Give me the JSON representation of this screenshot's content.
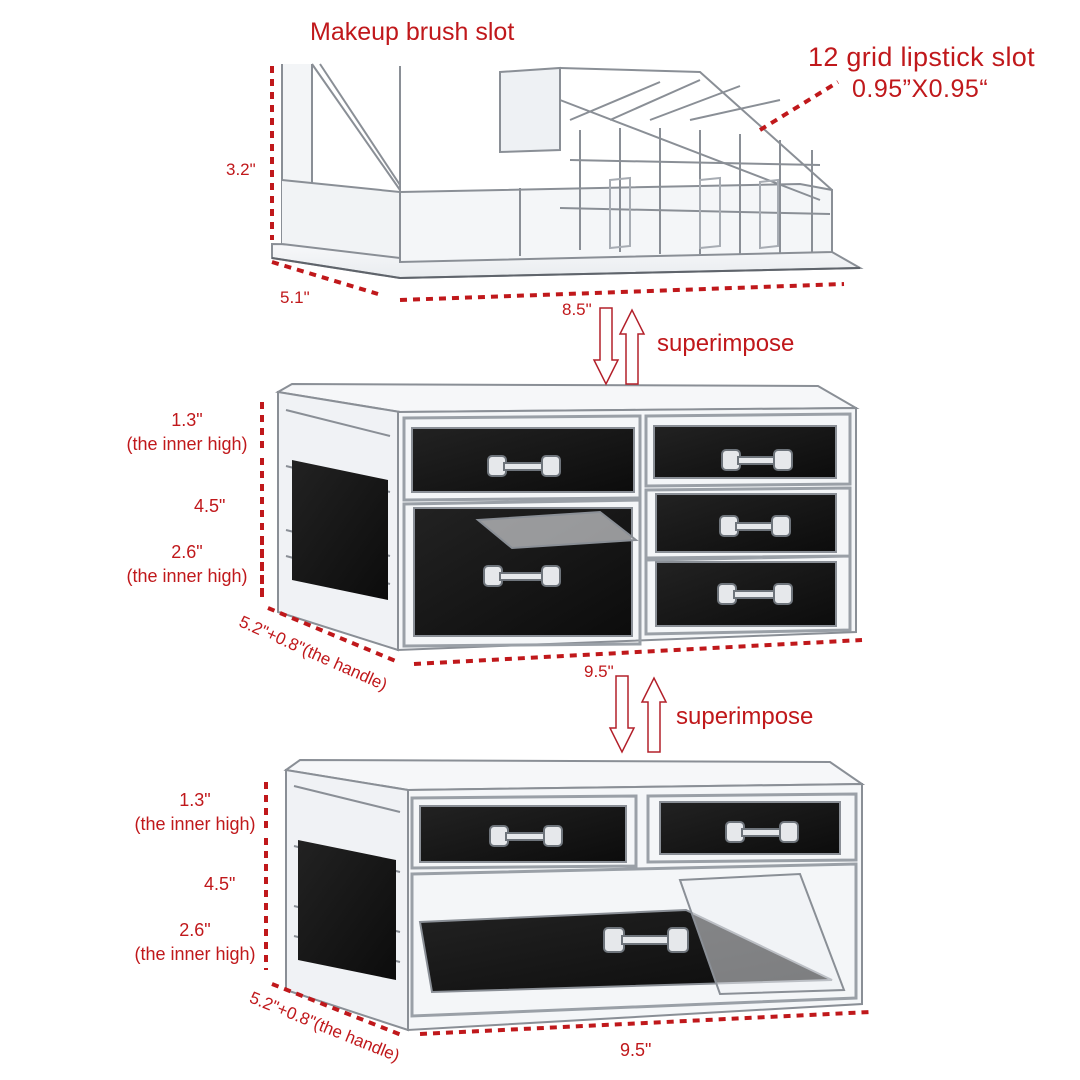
{
  "labels": {
    "brush_slot": "Makeup brush slot",
    "lipstick_slot_title": "12 grid lipstick slot",
    "lipstick_slot_size": "0.95”X0.95“",
    "top_height": "3.2\"",
    "top_depth": "5.1\"",
    "top_width": "8.5\"",
    "superimpose_1": "superimpose",
    "superimpose_2": "superimpose",
    "mid_inner_top_value": "1.3\"",
    "mid_inner_top_note": "(the inner high)",
    "mid_height": "4.5\"",
    "mid_inner_bottom_value": "2.6\"",
    "mid_inner_bottom_note": "(the inner high)",
    "mid_depth": "5.2\"+0.8\"(the handle)",
    "mid_width": "9.5\"",
    "bot_inner_top_value": "1.3\"",
    "bot_inner_top_note": "(the inner high)",
    "bot_height": "4.5\"",
    "bot_inner_bottom_value": "2.6\"",
    "bot_inner_bottom_note": "(the inner high)",
    "bot_depth": "5.2\"+0.8\"(the handle)",
    "bot_width": "9.5\""
  },
  "colors": {
    "dimension_line": "#c0181b",
    "acrylic_edge": "#8a8f96",
    "drawer_lining": "#141414",
    "arrow_outline": "#b3202a"
  }
}
